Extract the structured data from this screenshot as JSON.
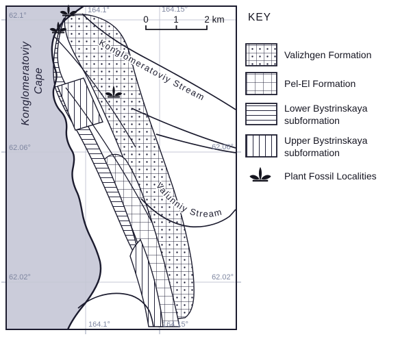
{
  "map": {
    "cape": {
      "line1": "Konglomeratoviy",
      "line2": "Cape"
    },
    "streams": {
      "konglomeratoviy": "Konglomeratoviy Stream",
      "valunniy": "Valunniy Stream"
    },
    "graticule": {
      "lat_top": "62.1°",
      "lat_mid": "62.06°",
      "lat_bottom": "62.02°",
      "lon_left": "164.1°",
      "lon_right": "164.15°"
    },
    "scalebar": {
      "zero": "0",
      "one": "1",
      "two_km": "2 km"
    }
  },
  "key": {
    "title": "KEY",
    "items": [
      {
        "label": "Valizhgen Formation",
        "pattern": "dotted-grid"
      },
      {
        "label": "Pel-El Formation",
        "pattern": "grid"
      },
      {
        "line1": "Lower Bystrinskaya",
        "line2": "subformation",
        "pattern": "horizontal-lines"
      },
      {
        "line1": "Upper Bystrinskaya",
        "line2": "subformation",
        "pattern": "vertical-lines"
      },
      {
        "label": "Plant Fossil Localities",
        "symbol": "plant-icon"
      }
    ]
  },
  "colors": {
    "cape_fill": "#cbccda",
    "line": "#1b1b2e",
    "graticule": "#c5c7d4",
    "coord_label": "#7e86a0"
  }
}
